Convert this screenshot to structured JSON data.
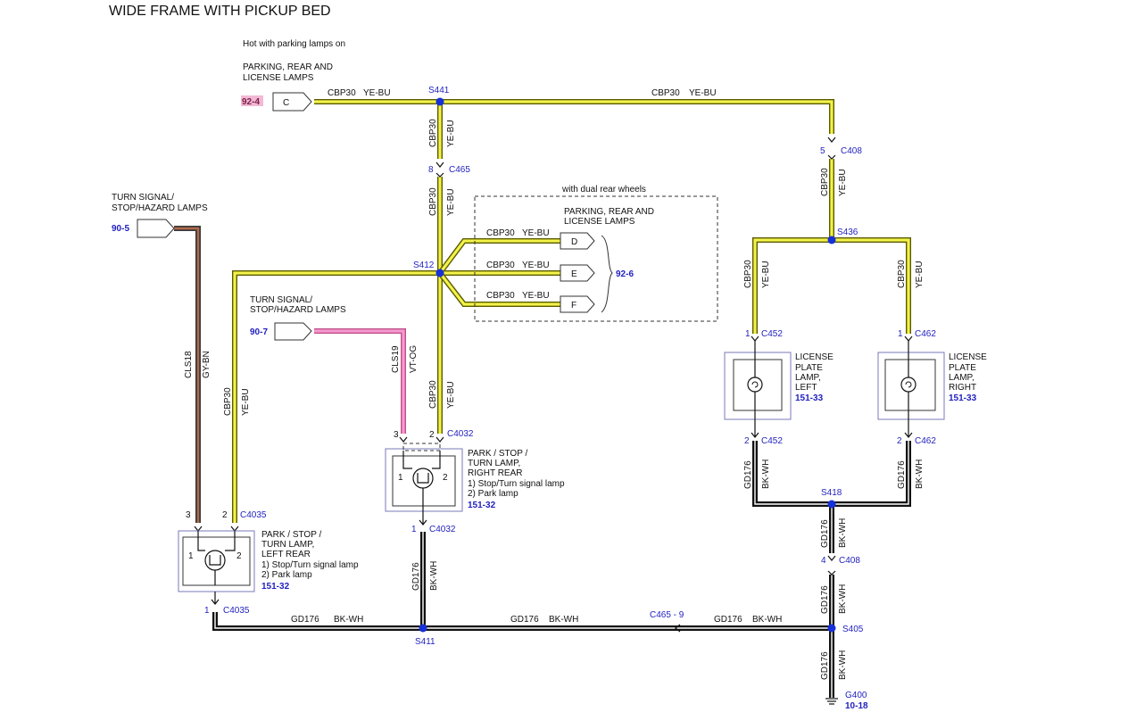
{
  "title": "WIDE FRAME WITH PICKUP BED",
  "notes": {
    "hot_parking": "Hot with parking lamps on",
    "dual_rear": "with dual rear wheels"
  },
  "source_labels": {
    "parking_line1": "PARKING, REAR AND",
    "parking_line2": "LICENSE LAMPS",
    "turn_left_line1": "TURN SIGNAL/",
    "turn_left_line2": "STOP/HAZARD LAMPS",
    "turn_right_line1": "TURN SIGNAL/",
    "turn_right_line2": "STOP/HAZARD LAMPS",
    "dual_line1": "PARKING, REAR AND",
    "dual_line2": "LICENSE LAMPS"
  },
  "page_refs": {
    "parking": "92-4",
    "turn_left": "90-5",
    "turn_right": "90-7",
    "dual": "92-6",
    "left_rear": "151-32",
    "right_rear": "151-32",
    "plate_left": "151-33",
    "plate_right": "151-33",
    "ground": "10-18"
  },
  "connector_letters": {
    "source": "C",
    "d": "D",
    "e": "E",
    "f": "F"
  },
  "wires": {
    "cbp30": "CBP30",
    "yebu": "YE-BU",
    "gd176": "GD176",
    "bkwh": "BK-WH",
    "cls18": "CLS18",
    "gybn": "GY-BN",
    "cls19": "CLS19",
    "vtog": "VT-OG"
  },
  "splices": {
    "s441": "S441",
    "s412": "S412",
    "s436": "S436",
    "s418": "S418",
    "s411": "S411",
    "s405": "S405"
  },
  "connectors": {
    "c465": "C465",
    "c408": "C408",
    "c452": "C452",
    "c462": "C462",
    "c4032": "C4032",
    "c4035": "C4035",
    "c465_9": "C465 - 9",
    "g400": "G400"
  },
  "pins": {
    "p8": "8",
    "p5": "5",
    "p4": "4",
    "p1": "1",
    "p2": "2",
    "p3": "3"
  },
  "components": {
    "left_rear": {
      "l1": "PARK / STOP /",
      "l2": "TURN LAMP,",
      "l3": "LEFT REAR",
      "l4": "1) Stop/Turn signal lamp",
      "l5": "2) Park lamp"
    },
    "right_rear": {
      "l1": "PARK / STOP /",
      "l2": "TURN LAMP,",
      "l3": "RIGHT REAR",
      "l4": "1) Stop/Turn signal lamp",
      "l5": "2) Park lamp"
    },
    "plate_left": {
      "l1": "LICENSE",
      "l2": "PLATE",
      "l3": "LAMP,",
      "l4": "LEFT"
    },
    "plate_right": {
      "l1": "LICENSE",
      "l2": "PLATE",
      "l3": "LAMP,",
      "l4": "RIGHT"
    }
  }
}
